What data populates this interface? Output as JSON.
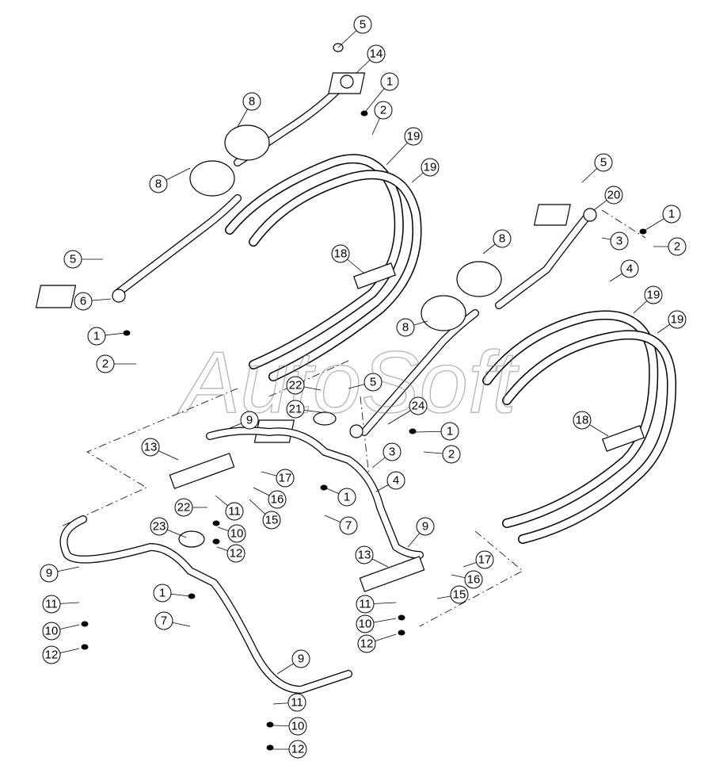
{
  "watermark": "AutoSoft",
  "callouts": [
    {
      "label": "5"
    },
    {
      "label": "14"
    },
    {
      "label": "1"
    },
    {
      "label": "2"
    },
    {
      "label": "8"
    },
    {
      "label": "19"
    },
    {
      "label": "8"
    },
    {
      "label": "19"
    },
    {
      "label": "5"
    },
    {
      "label": "6"
    },
    {
      "label": "1"
    },
    {
      "label": "2"
    },
    {
      "label": "5"
    },
    {
      "label": "20"
    },
    {
      "label": "1"
    },
    {
      "label": "2"
    },
    {
      "label": "3"
    },
    {
      "label": "4"
    },
    {
      "label": "8"
    },
    {
      "label": "18"
    },
    {
      "label": "8"
    },
    {
      "label": "19"
    },
    {
      "label": "19"
    },
    {
      "label": "22"
    },
    {
      "label": "5"
    },
    {
      "label": "21"
    },
    {
      "label": "24"
    },
    {
      "label": "1"
    },
    {
      "label": "9"
    },
    {
      "label": "18"
    },
    {
      "label": "13"
    },
    {
      "label": "3"
    },
    {
      "label": "2"
    },
    {
      "label": "17"
    },
    {
      "label": "4"
    },
    {
      "label": "16"
    },
    {
      "label": "1"
    },
    {
      "label": "15"
    },
    {
      "label": "22"
    },
    {
      "label": "11"
    },
    {
      "label": "7"
    },
    {
      "label": "10"
    },
    {
      "label": "23"
    },
    {
      "label": "12"
    },
    {
      "label": "9"
    },
    {
      "label": "9"
    },
    {
      "label": "13"
    },
    {
      "label": "17"
    },
    {
      "label": "16"
    },
    {
      "label": "1"
    },
    {
      "label": "11"
    },
    {
      "label": "15"
    },
    {
      "label": "7"
    },
    {
      "label": "11"
    },
    {
      "label": "10"
    },
    {
      "label": "10"
    },
    {
      "label": "12"
    },
    {
      "label": "12"
    },
    {
      "label": "9"
    },
    {
      "label": "11"
    },
    {
      "label": "10"
    },
    {
      "label": "12"
    }
  ]
}
